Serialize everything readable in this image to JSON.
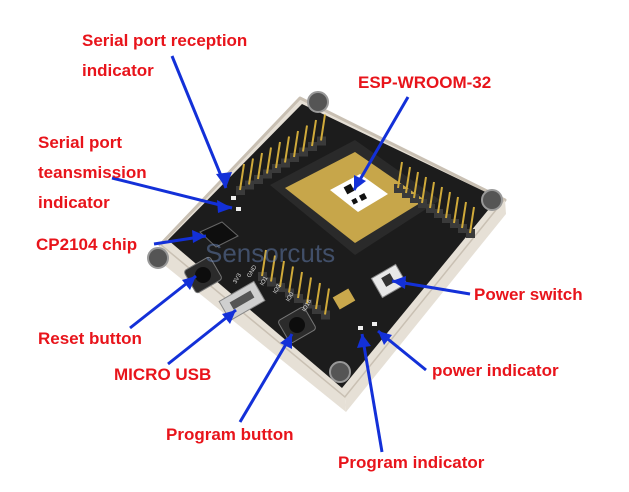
{
  "colors": {
    "label_text": "#e8141b",
    "arrow": "#1330d8",
    "board": "#1c1c1c",
    "base": "#e6e0d6",
    "header": "#3a3a3a",
    "pin": "#d0aa3a"
  },
  "board_text": {
    "pin_labels": [
      "3V3",
      "GND",
      "IO1",
      "IO3",
      "IO0",
      "IO16"
    ],
    "watermark": "Sensorcuts"
  },
  "labels": {
    "serial_rx": {
      "line1": "Serial port reception",
      "line2": "indicator"
    },
    "esp": {
      "text": "ESP-WROOM-32"
    },
    "serial_tx": {
      "line1": "Serial port",
      "line2": "teansmission",
      "line3": "indicator"
    },
    "cp2104": {
      "text": "CP2104 chip"
    },
    "power_switch": {
      "text": "Power switch"
    },
    "reset": {
      "text": "Reset button"
    },
    "micro_usb": {
      "text": "MICRO USB"
    },
    "power_indicator": {
      "text": "power indicator"
    },
    "program_button": {
      "text": "Program button"
    },
    "program_indicator": {
      "text": "Program indicator"
    }
  }
}
